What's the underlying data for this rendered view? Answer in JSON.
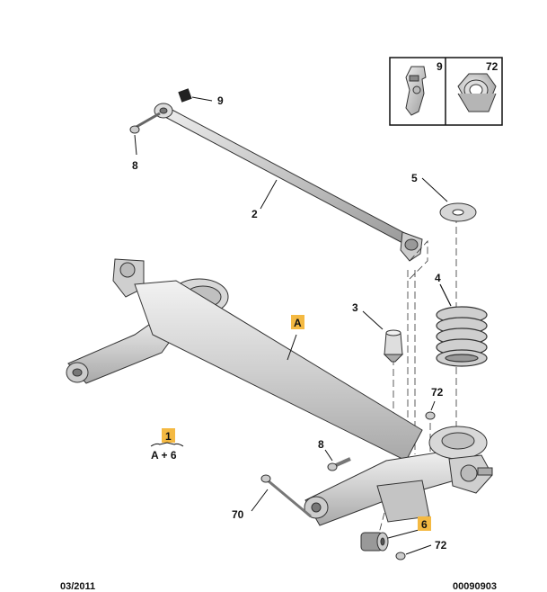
{
  "inset": {
    "left_ref": "9",
    "right_ref": "72"
  },
  "callouts": {
    "c9": "9",
    "c8a": "8",
    "c2": "2",
    "c5": "5",
    "c4": "4",
    "c3": "3",
    "c72a": "72",
    "c8b": "8",
    "c70": "70",
    "c72b": "72"
  },
  "highlight_tags": {
    "a": "A",
    "one": "1",
    "six": "6"
  },
  "assembly_note": "A + 6",
  "footer": {
    "date": "03/2011",
    "code": "00090903"
  },
  "colors": {
    "tag_fill": "#f4b942",
    "part_fill": "#dcdcdc",
    "outline": "#333333"
  }
}
